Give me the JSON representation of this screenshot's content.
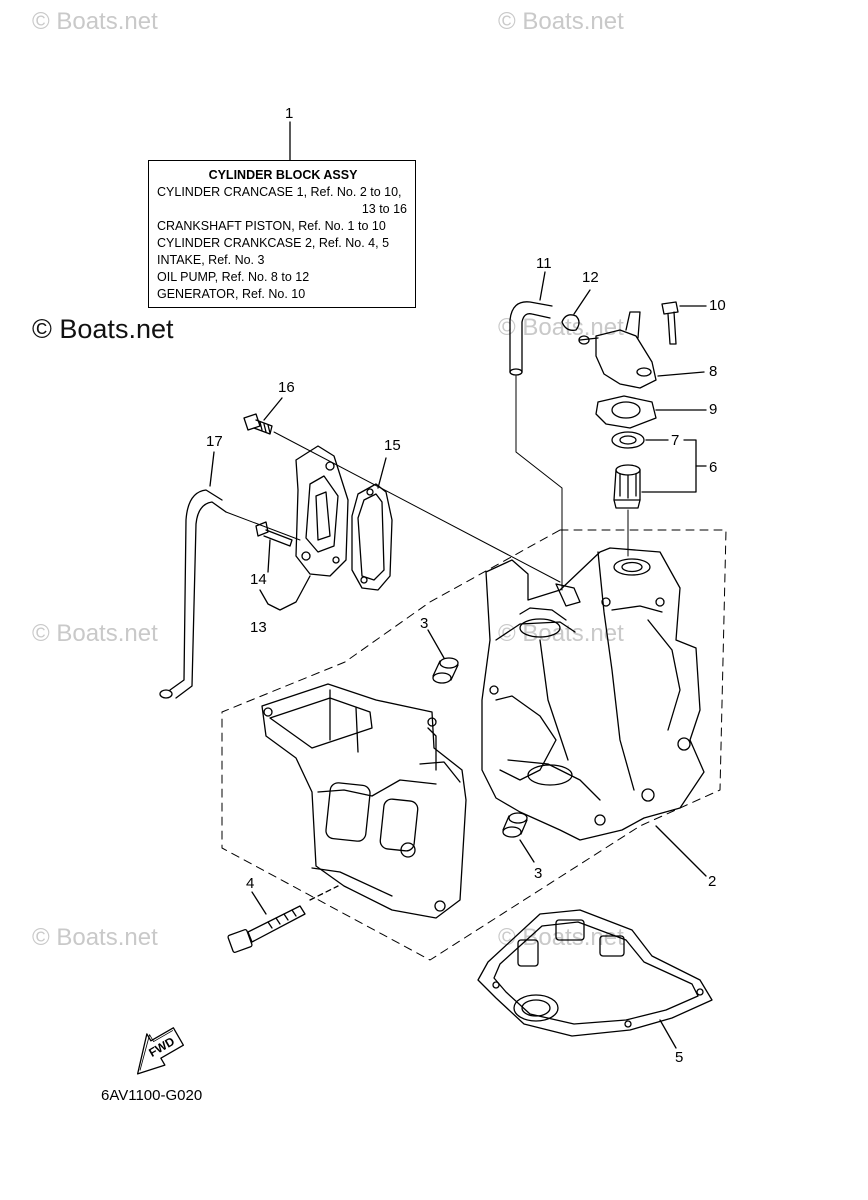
{
  "watermarks": {
    "top_left": "© Boats.net",
    "top_center": "© Boats.net",
    "mid_left": "© Boats.net",
    "mid_center": "© Boats.net",
    "left_lower": "© Boats.net",
    "center_lower": "© Boats.net",
    "left_bottom": "© Boats.net",
    "center_bottom": "© Boats.net"
  },
  "legend": {
    "title": "CYLINDER BLOCK ASSY",
    "lines": [
      "CYLINDER CRANCASE 1,  Ref. No. 2 to 10,",
      "13 to 16",
      "CRANKSHAFT PISTON,  Ref. No. 1 to 10",
      "CYLINDER CRANKCASE 2,  Ref. No. 4, 5",
      "INTAKE,  Ref. No. 3",
      "OIL PUMP,  Ref. No. 8 to 12",
      "GENERATOR,  Ref. No. 10"
    ]
  },
  "callouts": {
    "c1": "1",
    "c2": "2",
    "c3a": "3",
    "c3b": "3",
    "c4": "4",
    "c5": "5",
    "c6": "6",
    "c7": "7",
    "c8": "8",
    "c9": "9",
    "c10": "10",
    "c11": "11",
    "c12": "12",
    "c13": "13",
    "c14": "14",
    "c15": "15",
    "c16": "16",
    "c17": "17"
  },
  "fwd_label": "FWD",
  "diagram_code": "6AV1100-G020"
}
